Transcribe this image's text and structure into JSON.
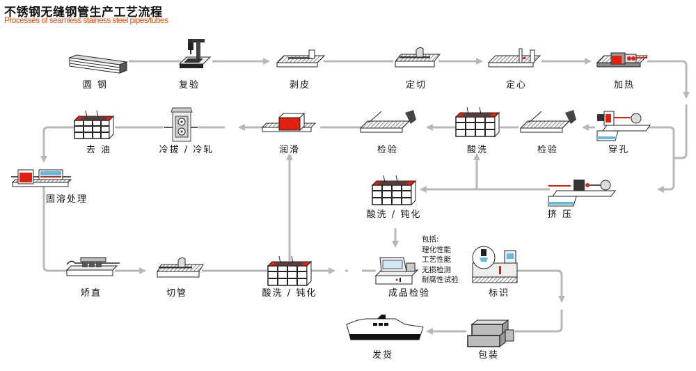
{
  "header": {
    "title": "不锈钢无缝钢管生产工艺流程",
    "subtitle": "Processes of seamless stainess steel pipes/tubes"
  },
  "colors": {
    "arrow": "#b8b8b8",
    "accent_red": "#e02010",
    "accent_blue": "#6ab8e0",
    "subtitle_orange": "#e8520c"
  },
  "steps": [
    {
      "id": "round-steel",
      "label": "圆 钢",
      "icon": "steel-bars-icon"
    },
    {
      "id": "re-inspection",
      "label": "复验",
      "icon": "inspection-machine-icon"
    },
    {
      "id": "peeling",
      "label": "剥皮",
      "icon": "peeling-machine-icon"
    },
    {
      "id": "cut-to-length",
      "label": "定切",
      "icon": "saw-icon"
    },
    {
      "id": "centering",
      "label": "定心",
      "icon": "centering-machine-icon"
    },
    {
      "id": "heating",
      "label": "加热",
      "icon": "furnace-icon"
    },
    {
      "id": "piercing",
      "label": "穿孔",
      "icon": "piercing-mill-icon"
    },
    {
      "id": "inspection-1",
      "label": "检验",
      "icon": "inspection-bench-icon"
    },
    {
      "id": "pickling",
      "label": "酸洗",
      "icon": "pickling-tank-icon"
    },
    {
      "id": "inspection-2",
      "label": "检验",
      "icon": "inspection-bench-icon"
    },
    {
      "id": "lubrication",
      "label": "润滑",
      "icon": "lubrication-machine-icon"
    },
    {
      "id": "cold-drawing",
      "label": "冷拔 / 冷轧",
      "icon": "rolling-mill-icon"
    },
    {
      "id": "degreasing",
      "label": "去 油",
      "icon": "degreasing-tank-icon"
    },
    {
      "id": "solution-treatment",
      "label": "固溶处理",
      "icon": "solution-furnace-icon"
    },
    {
      "id": "extrusion",
      "label": "挤 压",
      "icon": "extrusion-press-icon"
    },
    {
      "id": "pickling-passivation-1",
      "label": "酸洗 / 钝化",
      "icon": "pickling-tank-icon"
    },
    {
      "id": "straightening",
      "label": "矫直",
      "icon": "straightener-icon"
    },
    {
      "id": "pipe-cutting",
      "label": "切管",
      "icon": "saw-icon"
    },
    {
      "id": "pickling-passivation-2",
      "label": "酸洗 / 钝化",
      "icon": "pickling-tank-icon"
    },
    {
      "id": "final-inspection",
      "label": "成品检验",
      "icon": "testing-machine-icon"
    },
    {
      "id": "marking",
      "label": "标识",
      "icon": "marking-machine-icon"
    },
    {
      "id": "packaging",
      "label": "包装",
      "icon": "boxes-icon"
    },
    {
      "id": "shipping",
      "label": "发货",
      "icon": "ship-icon"
    }
  ],
  "inspection_note": {
    "heading": "包括:",
    "items": [
      "理化性能",
      "工艺性能",
      "无损检测",
      "耐腐性试验"
    ]
  }
}
